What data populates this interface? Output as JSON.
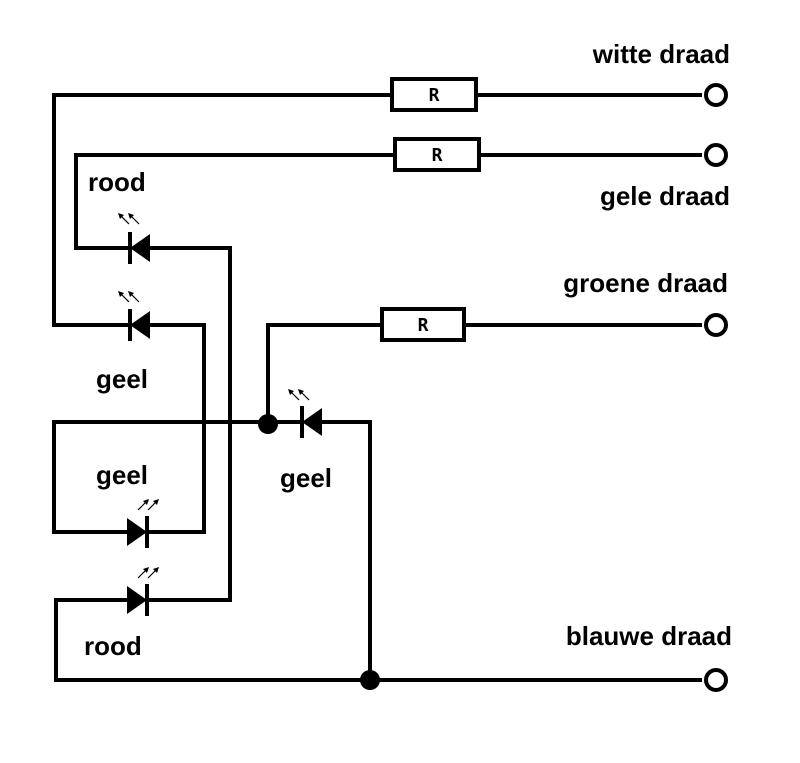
{
  "colors": {
    "wire": "#000000",
    "background": "#ffffff"
  },
  "resistors": [
    {
      "id": "r1",
      "label": "R"
    },
    {
      "id": "r2",
      "label": "R"
    },
    {
      "id": "r3",
      "label": "R"
    }
  ],
  "terminals": [
    {
      "id": "white",
      "label": "witte draad"
    },
    {
      "id": "yellow",
      "label": "gele draad"
    },
    {
      "id": "green",
      "label": "groene draad"
    },
    {
      "id": "blue",
      "label": "blauwe draad"
    }
  ],
  "leds": [
    {
      "id": "led1",
      "label": "rood"
    },
    {
      "id": "led2",
      "label": "geel"
    },
    {
      "id": "led3",
      "label": "geel"
    },
    {
      "id": "led4",
      "label": "geel"
    },
    {
      "id": "led5",
      "label": "rood"
    }
  ]
}
